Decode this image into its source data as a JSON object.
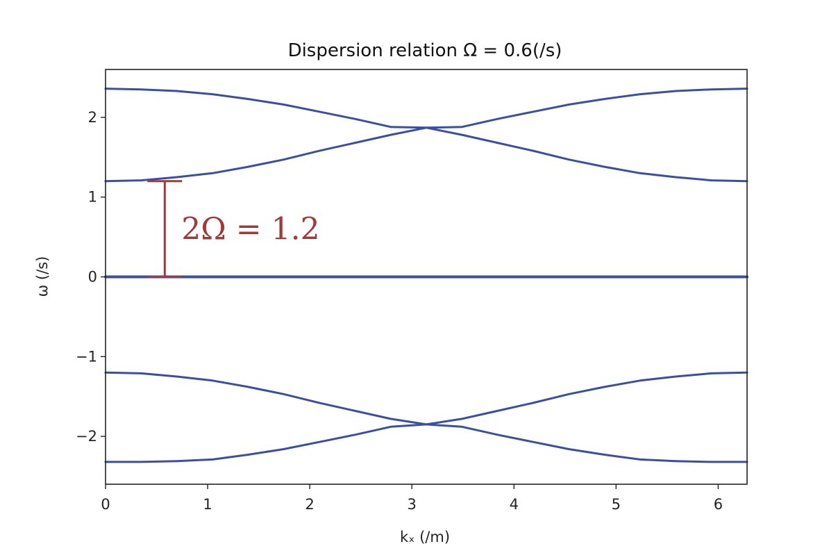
{
  "chart_data": {
    "type": "line",
    "title": "Dispersion relation Ω = 0.6(/s)",
    "xlabel": "kₓ (/m)",
    "ylabel": "ω (/s)",
    "xlim": [
      0,
      6.283
    ],
    "ylim": [
      -2.6,
      2.6
    ],
    "x_ticks": [
      0,
      1,
      2,
      3,
      4,
      5,
      6
    ],
    "y_ticks": [
      -2,
      -1,
      0,
      1,
      2
    ],
    "x_tick_labels": [
      "0",
      "1",
      "2",
      "3",
      "4",
      "5",
      "6"
    ],
    "y_tick_labels": [
      "−2",
      "−1",
      "0",
      "1",
      "2"
    ],
    "grid": false,
    "x": [
      0,
      0.349,
      0.698,
      1.047,
      1.396,
      1.745,
      2.094,
      2.443,
      2.793,
      3.142,
      3.491,
      3.84,
      4.189,
      4.538,
      4.887,
      5.236,
      5.585,
      5.934,
      6.283
    ],
    "series": [
      {
        "values": [
          2.36,
          2.35,
          2.33,
          2.29,
          2.23,
          2.16,
          2.07,
          1.98,
          1.88,
          1.87,
          1.78,
          1.68,
          1.58,
          1.47,
          1.38,
          1.3,
          1.25,
          1.21,
          1.2
        ]
      },
      {
        "values": [
          1.2,
          1.21,
          1.25,
          1.3,
          1.38,
          1.47,
          1.58,
          1.68,
          1.78,
          1.87,
          1.88,
          1.98,
          2.07,
          2.16,
          2.23,
          2.29,
          2.33,
          2.35,
          2.36
        ]
      },
      {
        "values": [
          0,
          0,
          0,
          0,
          0,
          0,
          0,
          0,
          0,
          0,
          0,
          0,
          0,
          0,
          0,
          0,
          0,
          0,
          0
        ]
      },
      {
        "values": [
          -1.2,
          -1.21,
          -1.25,
          -1.3,
          -1.38,
          -1.47,
          -1.58,
          -1.68,
          -1.78,
          -1.85,
          -1.88,
          -1.98,
          -2.07,
          -2.16,
          -2.23,
          -2.29,
          -2.31,
          -2.32,
          -2.32
        ]
      },
      {
        "values": [
          -2.32,
          -2.32,
          -2.31,
          -2.29,
          -2.23,
          -2.16,
          -2.07,
          -1.98,
          -1.88,
          -1.85,
          -1.78,
          -1.68,
          -1.58,
          -1.47,
          -1.38,
          -1.3,
          -1.25,
          -1.21,
          -1.2
        ]
      }
    ],
    "annotation": {
      "label": "2Ω = 1.2",
      "x": 0.58,
      "y_from": 0,
      "y_to": 1.2,
      "color": "#a03a3a"
    },
    "line_color": "#3b4ea0"
  }
}
